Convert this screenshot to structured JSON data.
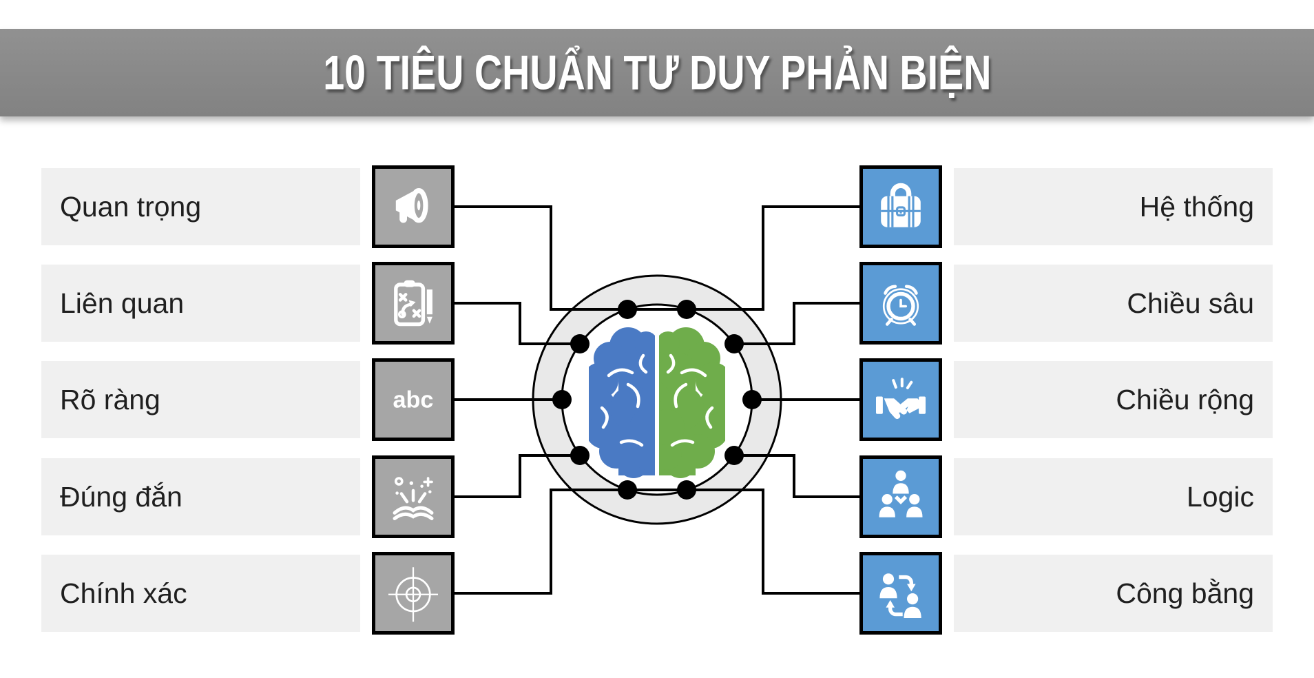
{
  "header": {
    "title": "10 TIÊU CHUẨN TƯ DUY PHẢN BIỆN"
  },
  "left_items": [
    {
      "label": "Quan trọng",
      "icon": "megaphone-icon"
    },
    {
      "label": "Liên quan",
      "icon": "strategy-clipboard-icon"
    },
    {
      "label": "Rõ ràng",
      "icon": "abc-icon",
      "icon_text": "abc"
    },
    {
      "label": "Đúng đắn",
      "icon": "open-book-sparkles-icon"
    },
    {
      "label": "Chính xác",
      "icon": "crosshair-target-icon"
    }
  ],
  "right_items": [
    {
      "label": "Hệ thống",
      "icon": "briefcase-lock-icon"
    },
    {
      "label": "Chiều sâu",
      "icon": "alarm-clock-icon"
    },
    {
      "label": "Chiều rộng",
      "icon": "handshake-icon"
    },
    {
      "label": "Logic",
      "icon": "team-hierarchy-icon"
    },
    {
      "label": "Công bằng",
      "icon": "people-exchange-icon"
    }
  ],
  "center": {
    "motif": "left-right-brain-hemispheres",
    "dot_count": 10
  },
  "colors": {
    "banner": "#8a8a8a",
    "banner_text": "#ffffff",
    "band": "#f0f0f0",
    "label": "#1f1f1f",
    "left_icon_bg": "#a6a6a6",
    "right_icon_bg": "#5b9bd5",
    "icon_border": "#000000",
    "line": "#000000",
    "ring_fill": "#e9e9e9",
    "ring_stroke": "#000000",
    "inner_circle": "#ffffff",
    "dot": "#000000",
    "brain_left": "#4a7ac4",
    "brain_right": "#6fad4b"
  }
}
